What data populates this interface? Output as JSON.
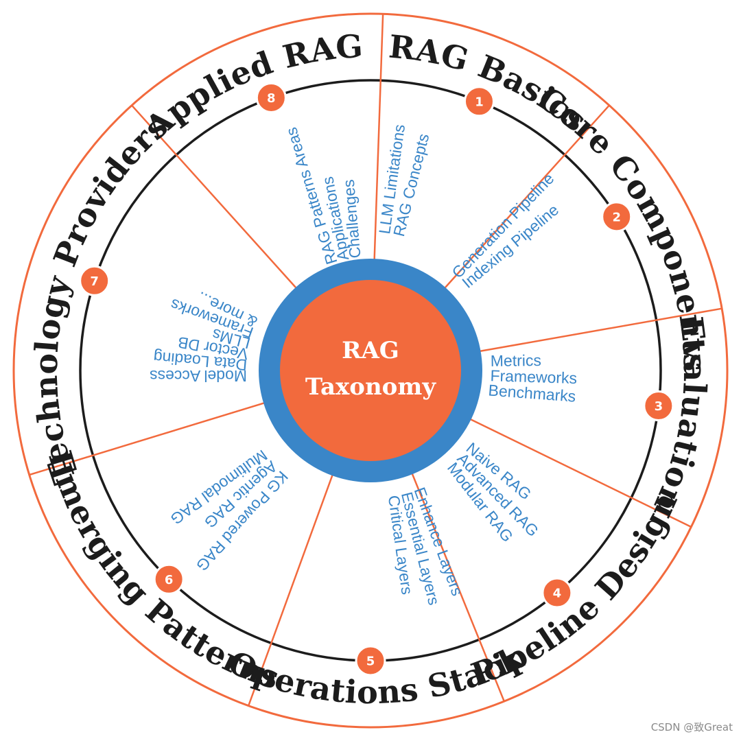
{
  "colors": {
    "accent": "#f26a3d",
    "blue": "#3a86c8",
    "outline": "#1c1c1c",
    "text": "#1c1c1c"
  },
  "center": {
    "line1": "RAG",
    "line2": "Taxonomy"
  },
  "sections": [
    {
      "number": "1",
      "title": "RAG Basics",
      "items": [
        "LLM Limitations",
        "RAG Concepts"
      ]
    },
    {
      "number": "2",
      "title": "Core Components",
      "items": [
        "Indexing Pipeline",
        "Generation Pipeline"
      ]
    },
    {
      "number": "3",
      "title": "Evaluation",
      "items": [
        "Metrics",
        "Frameworks",
        "Benchmarks"
      ]
    },
    {
      "number": "4",
      "title": "Pipeline Design",
      "items": [
        "Naive RAG",
        "Advanced RAG",
        "Modular RAG"
      ]
    },
    {
      "number": "5",
      "title": "Operations Stack",
      "items": [
        "Critical Layers",
        "Essential Layers",
        "Enhance Layers"
      ]
    },
    {
      "number": "6",
      "title": "Emerging Patterns",
      "items": [
        "KG Powered RAG",
        "Agentic RAG",
        "Multimodal RAG"
      ]
    },
    {
      "number": "7",
      "title": "Technology Providers",
      "items": [
        "Model Access",
        "Data Loading",
        "Vector DB",
        "LLMs",
        "Frameworks",
        "& more..."
      ]
    },
    {
      "number": "8",
      "title": "Applied RAG",
      "items": [
        "RAG Patterns Areas",
        "Applications",
        "Challenges"
      ]
    }
  ],
  "watermark": "CSDN @致Great"
}
